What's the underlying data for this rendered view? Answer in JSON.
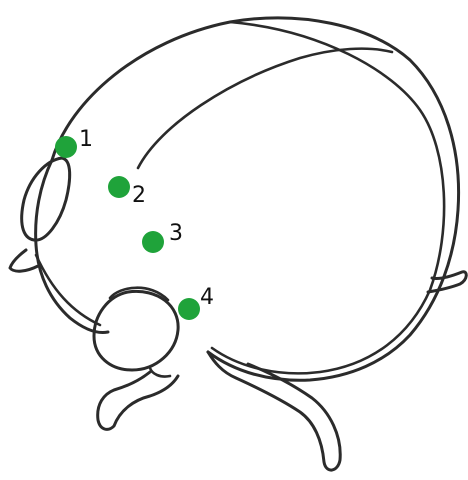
{
  "marker_color": "#1fa33a",
  "line_color": "#2b2b2b",
  "markers": [
    {
      "label": "1"
    },
    {
      "label": "2"
    },
    {
      "label": "3"
    },
    {
      "label": "4"
    }
  ]
}
